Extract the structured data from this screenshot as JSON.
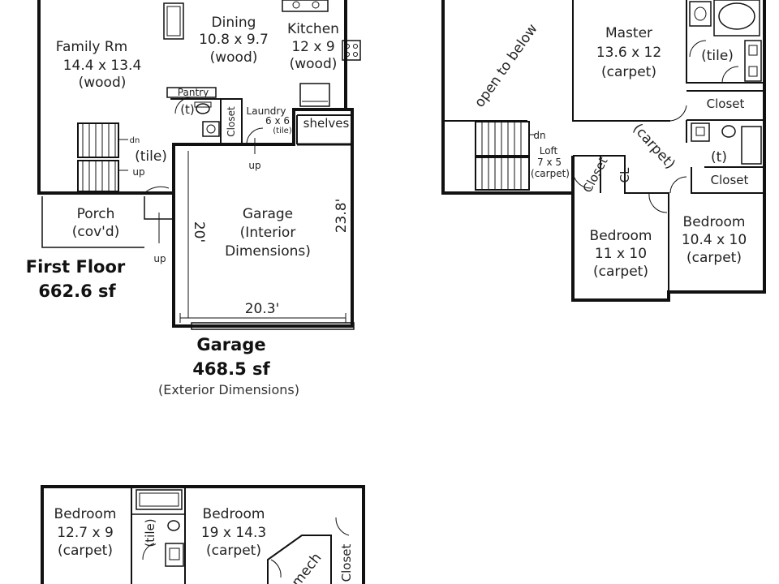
{
  "first_floor": {
    "family_room": {
      "name": "Family Rm",
      "size": "14.4 x 13.4",
      "floor": "(wood)"
    },
    "dining": {
      "name": "Dining",
      "size": "10.8 x 9.7",
      "floor": "(wood)"
    },
    "kitchen": {
      "name": "Kitchen",
      "size": "12 x 9",
      "floor": "(wood)"
    },
    "pantry": "Pantry",
    "toilet": "(t)",
    "closet": "Closet",
    "laundry": {
      "name": "Laundry",
      "size": "6 x 6",
      "floor": "(tile)"
    },
    "shelves": "shelves",
    "tile": "(tile)",
    "stair_dn": "dn",
    "stair_up": "up",
    "garage_up": "up",
    "porch_up": "up",
    "porch": {
      "name": "Porch",
      "floor": "(cov'd)"
    },
    "garage": {
      "name": "Garage",
      "line2": "(Interior",
      "line3": "Dimensions)",
      "dim_width": "20.3'",
      "dim_depth": "20'",
      "dim_depth_right": "23.8'"
    },
    "title": "First Floor",
    "area": "662.6 sf"
  },
  "garage_summary": {
    "title": "Garage",
    "area": "468.5 sf",
    "note": "(Exterior Dimensions)"
  },
  "second_floor": {
    "open_to_below": "open to below",
    "master": {
      "name": "Master",
      "size": "13.6 x 12",
      "floor": "(carpet)"
    },
    "bath_tile": "(tile)",
    "closet_top": "Closet",
    "toilet": "(t)",
    "closet_right": "Closet",
    "hall_carpet": "(carpet)",
    "stair_dn": "dn",
    "loft": {
      "name": "Loft",
      "size": "7 x 5",
      "floor": "(carpet)"
    },
    "closet_left": "Closet",
    "cl": "CL",
    "bedroom_a": {
      "name": "Bedroom",
      "size": "11 x 10",
      "floor": "(carpet)"
    },
    "bedroom_b": {
      "name": "Bedroom",
      "size": "10.4 x 10",
      "floor": "(carpet)"
    }
  },
  "basement": {
    "bedroom_left": {
      "name": "Bedroom",
      "size": "12.7 x 9",
      "floor": "(carpet)"
    },
    "bath_tile": "(tile)",
    "bedroom_right": {
      "name": "Bedroom",
      "size": "19 x 14.3",
      "floor": "(carpet)"
    },
    "mech": "mech",
    "closet": "Closet"
  }
}
